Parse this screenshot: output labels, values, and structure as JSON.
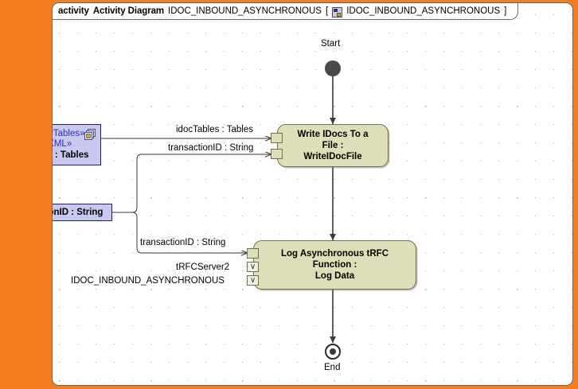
{
  "frame": {
    "keyword": "activity",
    "type_label": "Activity Diagram",
    "name": "IDOC_INBOUND_ASYNCHRONOUS",
    "bracket_open": "[",
    "bracket_close": "]",
    "context_name": "IDOC_INBOUND_ASYNCHRONOUS",
    "icon": "activity-diagram-icon"
  },
  "colors": {
    "app_background": "#f57d20",
    "canvas": "#ffffff",
    "object_node_fill": "#c8c8f0",
    "object_node_border": "#202060",
    "stereotype_text": "#3030b0",
    "activity_fill": "#dedeb9",
    "activity_border": "#6f6f4e",
    "initial_node": "#4a4a4a",
    "final_node": "#3a3a3a",
    "grid_dot": "#a9a9a9"
  },
  "nodes": {
    "start": {
      "label": "Start",
      "kind": "initial-node"
    },
    "end": {
      "label": "End",
      "kind": "activity-final-node"
    },
    "sap_tables": {
      "stereotype1": "«SAPTables»",
      "stereotype2": "«XML»",
      "name": "tables : Tables",
      "icon": "multiple-documents-icon"
    },
    "transaction_id": {
      "name": "transactionID : String"
    },
    "write_idocs": {
      "line1": "Write IDocs To a File :",
      "line2": "WriteIDocFile"
    },
    "log_trfc": {
      "line1": "Log Asynchronous tRFC Function :",
      "line2": "Log Data"
    }
  },
  "pins": {
    "write_idocs_in1": {
      "label": "idocTables : Tables",
      "kind": "input-pin"
    },
    "write_idocs_in2": {
      "label": "transactionID : String",
      "kind": "input-pin"
    },
    "log_in1": {
      "label": "transactionID : String",
      "kind": "input-pin"
    },
    "log_in2": {
      "label": "tRFCServer2",
      "kind": "value-pin",
      "glyph": "∨"
    },
    "log_in3": {
      "label": "IDOC_INBOUND_ASYNCHRONOUS",
      "kind": "value-pin",
      "glyph": "∨"
    }
  }
}
